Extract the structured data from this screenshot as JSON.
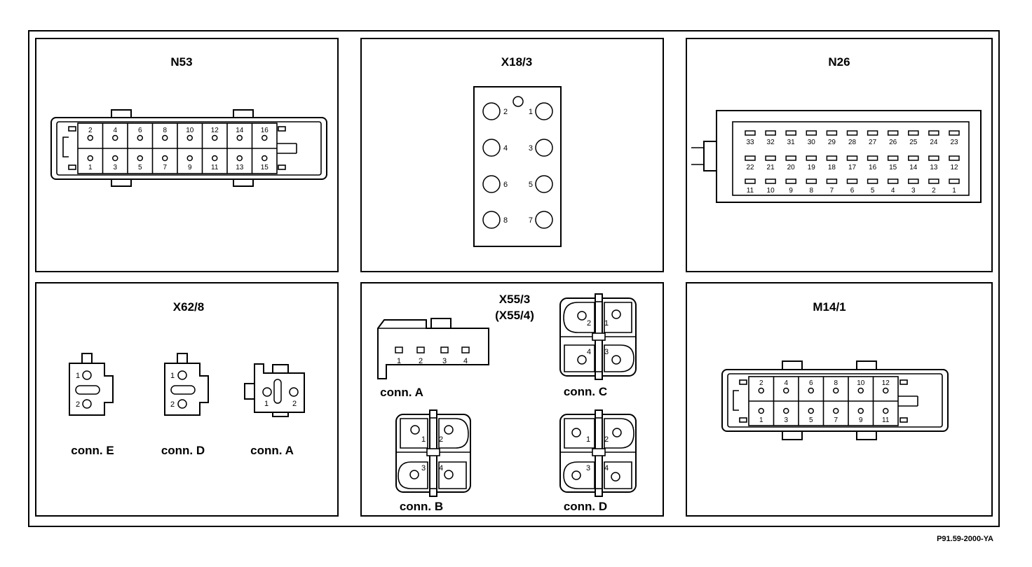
{
  "panels": {
    "n53": {
      "title": "N53",
      "top_pins": [
        "2",
        "4",
        "6",
        "8",
        "10",
        "12",
        "14",
        "16"
      ],
      "bottom_pins": [
        "1",
        "3",
        "5",
        "7",
        "9",
        "11",
        "13",
        "15"
      ]
    },
    "x18": {
      "title": "X18/3",
      "left_pins": [
        "2",
        "4",
        "6",
        "8"
      ],
      "right_pins": [
        "1",
        "3",
        "5",
        "7"
      ]
    },
    "n26": {
      "title": "N26",
      "row1": [
        "33",
        "32",
        "31",
        "30",
        "29",
        "28",
        "27",
        "26",
        "25",
        "24",
        "23"
      ],
      "row2": [
        "22",
        "21",
        "20",
        "19",
        "18",
        "17",
        "16",
        "15",
        "14",
        "13",
        "12"
      ],
      "row3": [
        "11",
        "10",
        "9",
        "8",
        "7",
        "6",
        "5",
        "4",
        "3",
        "2",
        "1"
      ]
    },
    "x62": {
      "title": "X62/8",
      "conn_e": {
        "label": "conn. E",
        "pins": [
          "1",
          "2"
        ]
      },
      "conn_d": {
        "label": "conn. D",
        "pins": [
          "1",
          "2"
        ]
      },
      "conn_a": {
        "label": "conn. A",
        "pins": [
          "1",
          "2"
        ]
      }
    },
    "x55": {
      "title": "X55/3",
      "subtitle": "(X55/4)",
      "conn_a": {
        "label": "conn. A",
        "pins": [
          "1",
          "2",
          "3",
          "4"
        ]
      },
      "conn_b": {
        "label": "conn. B",
        "pins": [
          "1",
          "2",
          "3",
          "4"
        ]
      },
      "conn_c": {
        "label": "conn. C",
        "pins": [
          "2",
          "1",
          "4",
          "3"
        ]
      },
      "conn_d": {
        "label": "conn. D",
        "pins": [
          "1",
          "2",
          "3",
          "4"
        ]
      }
    },
    "m14": {
      "title": "M14/1",
      "top_pins": [
        "2",
        "4",
        "6",
        "8",
        "10",
        "12"
      ],
      "bottom_pins": [
        "1",
        "3",
        "5",
        "7",
        "9",
        "11"
      ]
    }
  },
  "reference": "P91.59-2000-YA"
}
